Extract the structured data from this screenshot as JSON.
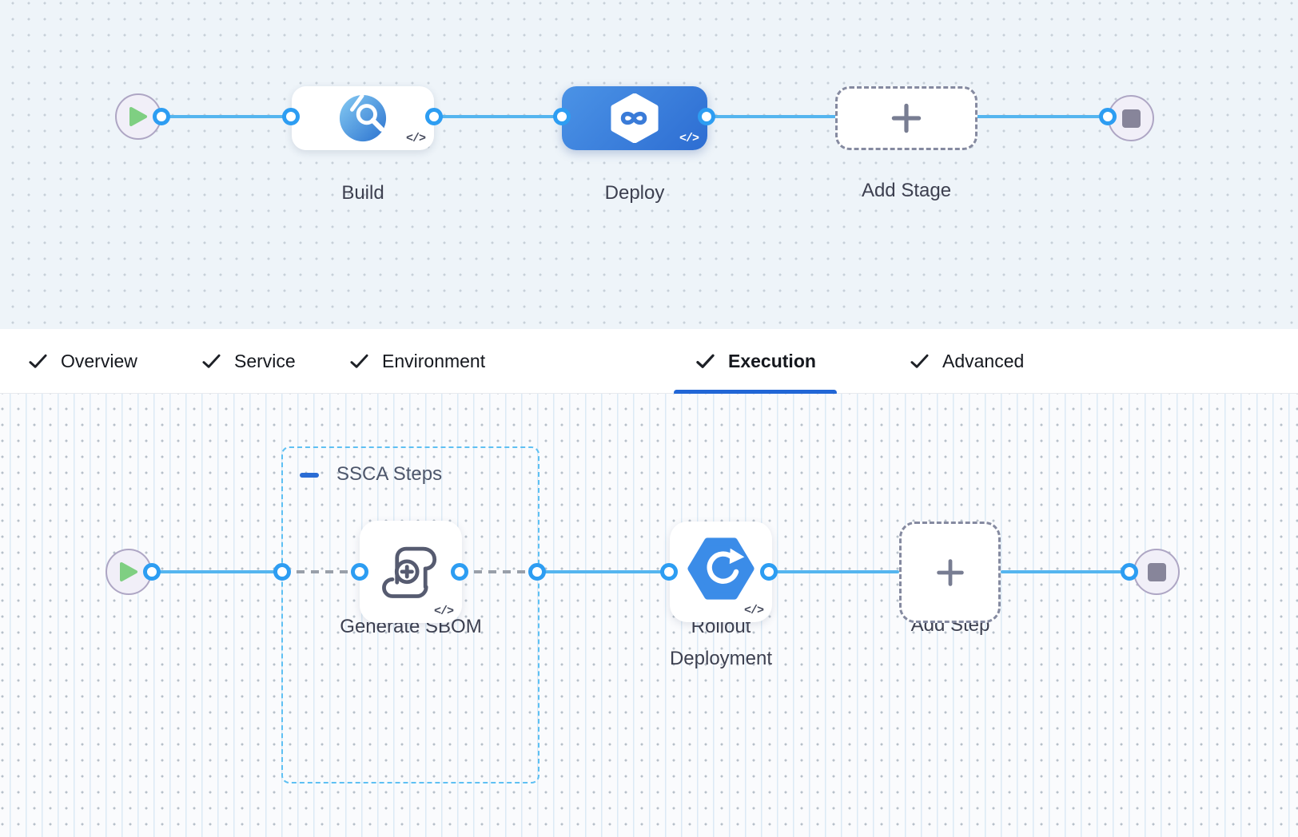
{
  "icons": {
    "code_badge": "</>"
  },
  "stage_pipeline": {
    "stages": [
      {
        "label": "Build",
        "state": "default",
        "icon": "ci-build"
      },
      {
        "label": "Deploy",
        "state": "selected",
        "icon": "cd-deploy"
      },
      {
        "label": "Add Stage",
        "state": "placeholder",
        "icon": "plus"
      }
    ]
  },
  "tabs": {
    "items": [
      {
        "label": "Overview",
        "checked": true,
        "active": false
      },
      {
        "label": "Service",
        "checked": true,
        "active": false
      },
      {
        "label": "Environment",
        "checked": true,
        "active": false
      },
      {
        "label": "Execution",
        "checked": true,
        "active": true
      },
      {
        "label": "Advanced",
        "checked": true,
        "active": false
      }
    ]
  },
  "execution": {
    "group": {
      "label": "SSCA Steps",
      "collapsed": false
    },
    "steps": [
      {
        "label": "Generate SBOM",
        "icon": "scroll-plus"
      },
      {
        "label": "Rollout Deployment",
        "icon": "rollout-hexagon"
      },
      {
        "label": "Add Step",
        "icon": "plus"
      }
    ]
  },
  "colors": {
    "edge_blue": "#55b5ef",
    "port_blue": "#2d9df2",
    "selected_stage_from": "#4b93e6",
    "selected_stage_to": "#2d6dd2",
    "tab_underline": "#2166d6",
    "group_border": "#5ec0f3",
    "play_green": "#7fcf82"
  }
}
